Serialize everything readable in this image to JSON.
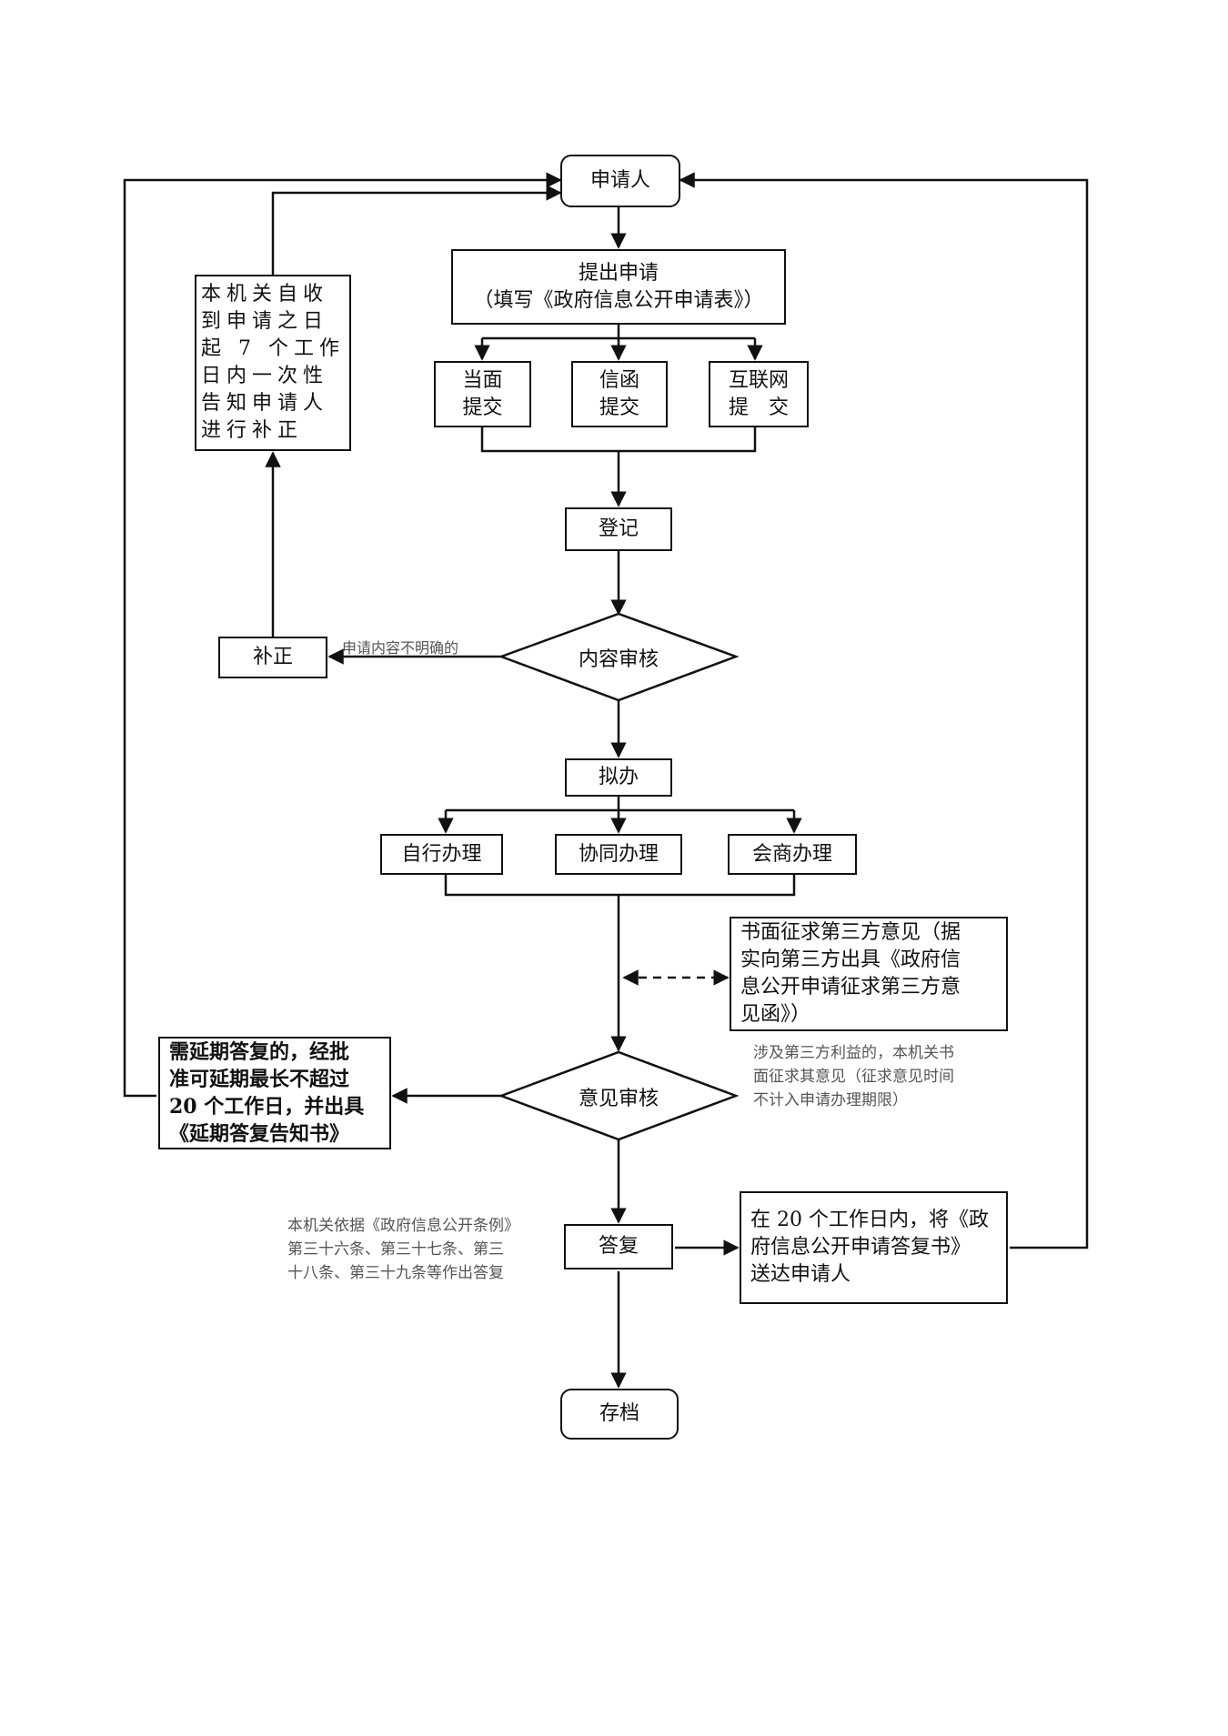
{
  "nodes": {
    "applicant": "申请人",
    "submit": "提出申请\n（填写《政府信息公开申请表》）",
    "in_person": "当面\n提交",
    "by_letter": "信函\n提交",
    "internet": "互联网\n提　交",
    "register": "登记",
    "content_review": "内容审核",
    "correction": "补正",
    "notify_correction": "本机关自收\n到申请之日\n起 7 个工作\n日内一次性\n告知申请人\n进行补正",
    "draft": "拟办",
    "self_handle": "自行办理",
    "joint_handle": "协同办理",
    "consult_handle": "会商办理",
    "third_party": "书面征求第三方意见（据\n实向第三方出具《政府信\n息公开申请征求第三方意\n见函》）",
    "opinion_review": "意见审核",
    "extension": "需延期答复的，经批\n准可延期最长不超过\n20 个工作日，并出具\n《延期答复告知书》",
    "reply": "答复",
    "deliver": "在 20 个工作日内，将《政\n府信息公开申请答复书》\n送达申请人",
    "archive": "存档"
  },
  "notes": {
    "unclear": "申请内容不明确的",
    "third_party_note": "涉及第三方利益的，本机关书\n面征求其意见（征求意见时间\n不计入申请办理期限）",
    "reply_basis": "本机关依据《政府信息公开条例》\n第三十六条、第三十七条、第三\n十八条、第三十九条等作出答复"
  }
}
